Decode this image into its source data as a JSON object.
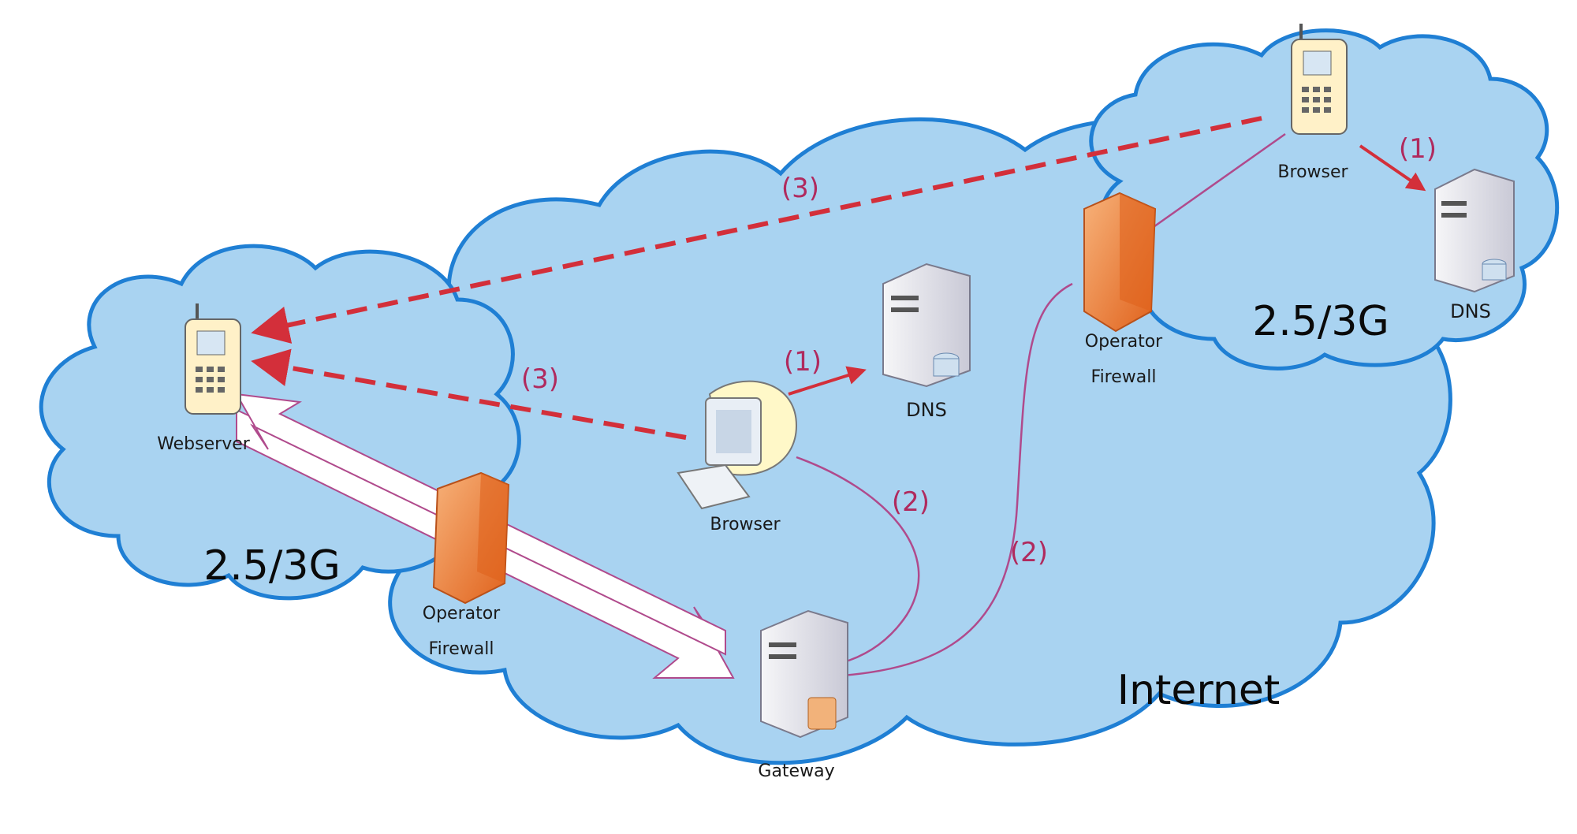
{
  "network": {
    "internet_label": "Internet",
    "left_cloud_label": "2.5/3G",
    "right_cloud_label": "2.5/3G"
  },
  "nodes": {
    "webserver": "Webserver",
    "browser_pc": "Browser",
    "browser_phone": "Browser",
    "dns_center": "DNS",
    "dns_right": "DNS",
    "gateway": "Gateway",
    "firewall_left_line1": "Operator",
    "firewall_left_line2": "Firewall",
    "firewall_right_line1": "Operator",
    "firewall_right_line2": "Firewall"
  },
  "steps": {
    "step1_center": "(1)",
    "step1_right": "(1)",
    "step2_left": "(2)",
    "step2_right": "(2)",
    "step3_left": "(3)",
    "step3_top": "(3)"
  },
  "colors": {
    "cloud_fill": "#a9d3f1",
    "cloud_stroke": "#1f7fd4",
    "request_arrow": "#d32f3a",
    "connection_line": "#b04a8c",
    "firewall": "#ef8a3a"
  }
}
